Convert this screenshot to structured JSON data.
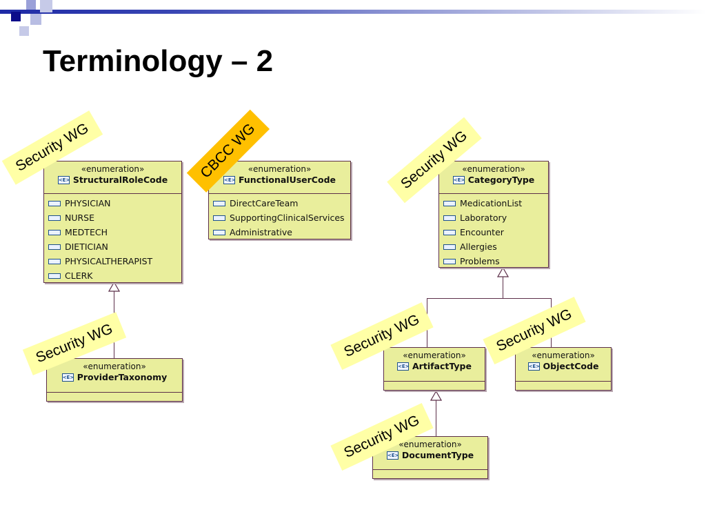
{
  "title": "Terminology – 2",
  "colors": {
    "box_fill": "#e9ee9c",
    "box_border": "#5b2e48",
    "tag_yellow": "#ffffa6",
    "tag_orange": "#ffc000"
  },
  "boxes": {
    "structural": {
      "stereotype": "«enumeration»",
      "name": "StructuralRoleCode",
      "items": [
        "PHYSICIAN",
        "NURSE",
        "MEDTECH",
        "DIETICIAN",
        "PHYSICALTHERAPIST",
        "CLERK"
      ]
    },
    "functional": {
      "stereotype": "«enumeration»",
      "name": "FunctionalUserCode",
      "items": [
        "DirectCareTeam",
        "SupportingClinicalServices",
        "Administrative"
      ]
    },
    "category": {
      "stereotype": "«enumeration»",
      "name": "CategoryType",
      "items": [
        "MedicationList",
        "Laboratory",
        "Encounter",
        "Allergies",
        "Problems"
      ]
    },
    "provider": {
      "stereotype": "«enumeration»",
      "name": "ProviderTaxonomy"
    },
    "artifact": {
      "stereotype": "«enumeration»",
      "name": "ArtifactType"
    },
    "object": {
      "stereotype": "«enumeration»",
      "name": "ObjectCode"
    },
    "document": {
      "stereotype": "«enumeration»",
      "name": "DocumentType"
    }
  },
  "tags": {
    "t1": "Security WG",
    "t2": "CBCC WG",
    "t3": "Security WG",
    "t4": "Security WG",
    "t5": "Security WG",
    "t6": "Security WG",
    "t7": "Security WG"
  }
}
